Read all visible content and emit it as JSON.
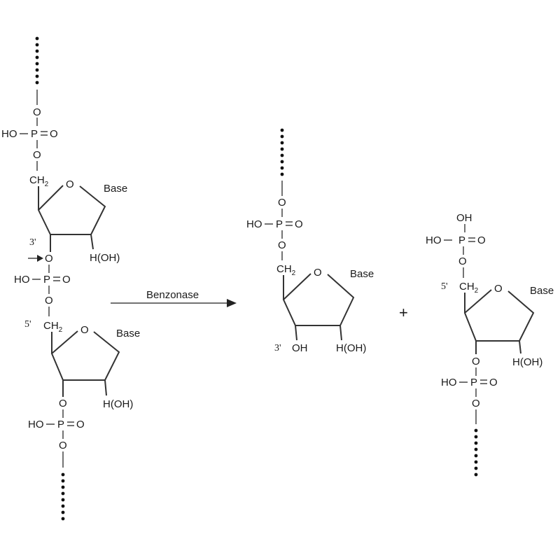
{
  "labels": {
    "oxygen": "O",
    "phosphorus": "P",
    "hydroxyl_left": "HO",
    "hydroxyl_right": "OH",
    "hydrogen_hydroxyl": "H(OH)",
    "methylene": "CH",
    "methylene_sub": "2",
    "base": "Base",
    "prime3": "3'",
    "prime5": "5'",
    "dbl_eq": "=",
    "plus": "+"
  },
  "reaction": {
    "enzyme": "Benzonase"
  },
  "colors": {
    "ink": "#1a1a1a",
    "bond": "#333333"
  }
}
